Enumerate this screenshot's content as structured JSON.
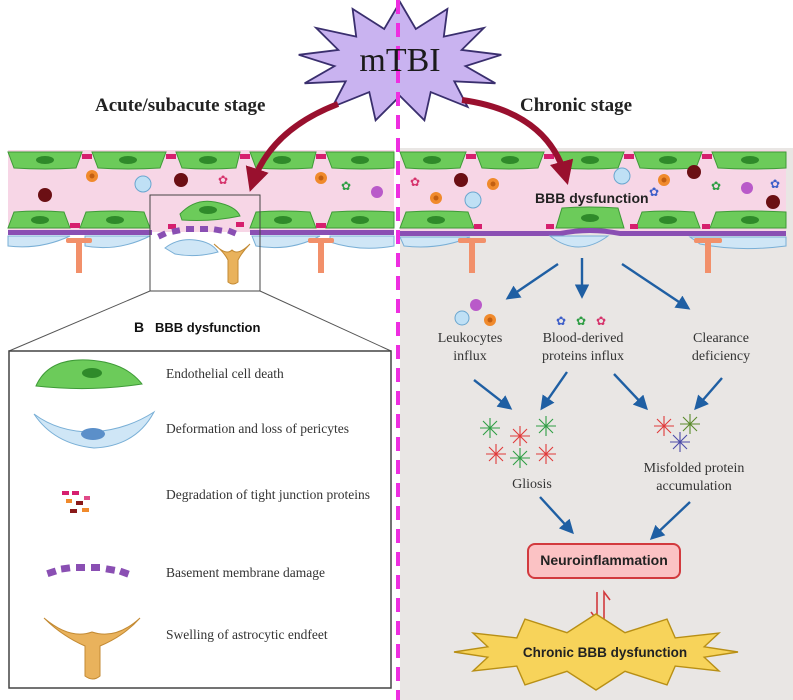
{
  "title": "mTBI",
  "acute_label": "Acute/subacute stage",
  "chronic_label": "Chronic stage",
  "bbb_dysfunction_top": "BBB dysfunction",
  "panel": {
    "letter": "B",
    "title": "BBB dysfunction",
    "items": [
      {
        "icon": "endothelial-cell-icon",
        "text": "Endothelial cell death"
      },
      {
        "icon": "pericyte-icon",
        "text": "Deformation and loss of  pericytes"
      },
      {
        "icon": "tight-junction-fragments-icon",
        "text": "Degradation of tight junction proteins"
      },
      {
        "icon": "basement-membrane-dashes-icon",
        "text": "Basement membrane damage"
      },
      {
        "icon": "astrocytic-endfoot-icon",
        "text": "Swelling of astrocytic endfeet"
      }
    ]
  },
  "flow": {
    "leukocytes": "Leukocytes influx",
    "blood_proteins": "Blood-derived proteins influx",
    "clearance": "Clearance deficiency",
    "gliosis": "Gliosis",
    "misfolded": "Misfolded protein accumulation",
    "neuroinflammation": "Neuroinflammation",
    "chronic_bbb": "Chronic BBB dysfunction"
  },
  "colors": {
    "divider": "#ee2ee0",
    "vessel_lumen": "#f7d6e6",
    "endothelial": "#6ccb5a",
    "pericyte": "#cfe6f6",
    "basement_membrane": "#8a4fb3",
    "astrocyte": "#e9b25c",
    "mtbi_star": "#c9b3f0",
    "arrow_dark_red": "#99102e",
    "flow_arrow": "#1f5fa3",
    "neuroinflammation_fill": "#fbc2c4",
    "neuroinflammation_stroke": "#d23a3e",
    "chronic_star": "#f7d35a",
    "chronic_bg": "#e9e6e4"
  }
}
